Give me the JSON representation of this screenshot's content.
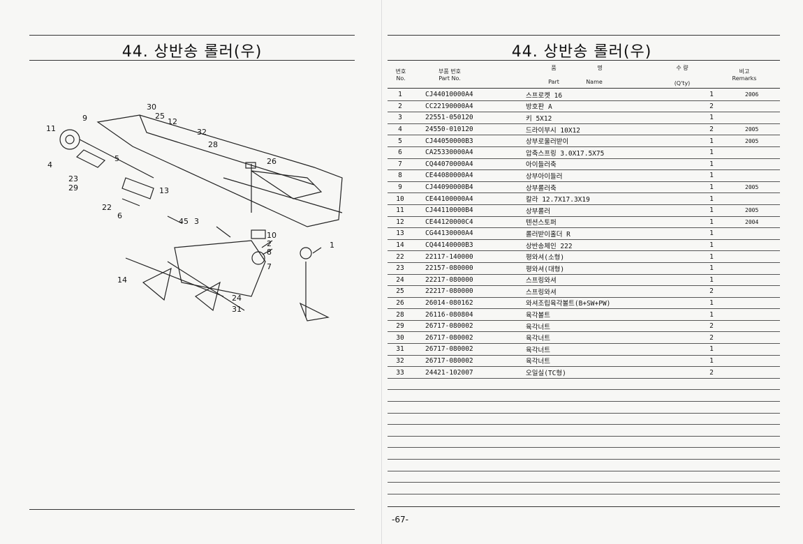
{
  "left_page": {
    "title": "44. 상반송 롤러(우)",
    "callouts": [
      "9",
      "30",
      "25",
      "12",
      "11",
      "32",
      "28",
      "26",
      "4",
      "5",
      "23",
      "29",
      "13",
      "22",
      "6",
      "45",
      "3",
      "10",
      "2",
      "8",
      "7",
      "1",
      "14",
      "24",
      "31"
    ]
  },
  "right_page": {
    "title": "44. 상반송 롤러(우)",
    "headers": {
      "no_kr": "번호",
      "no_en": "No.",
      "part_kr": "부품 번호",
      "part_en": "Part  No.",
      "name_kr1": "품",
      "name_kr2": "명",
      "name_en1": "Part",
      "name_en2": "Name",
      "qty_kr": "수  량",
      "qty_en": "(Q'ty)",
      "remarks_kr": "비고",
      "remarks_en": "Remarks"
    },
    "rows": [
      {
        "no": "1",
        "part": "CJ44010000A4",
        "name": "스프로켓 16",
        "qty": "1",
        "remark": "2006"
      },
      {
        "no": "2",
        "part": "CC22190000A4",
        "name": "방호판 A",
        "qty": "2",
        "remark": ""
      },
      {
        "no": "3",
        "part": "22551-050120",
        "name": "키 5X12",
        "qty": "1",
        "remark": ""
      },
      {
        "no": "4",
        "part": "24550-010120",
        "name": "드라이부시 10X12",
        "qty": "2",
        "remark": "2005"
      },
      {
        "no": "5",
        "part": "CJ44050000B3",
        "name": "상부로울러받이",
        "qty": "1",
        "remark": "2005"
      },
      {
        "no": "6",
        "part": "CA25330000A4",
        "name": "압축스프링 3.0X17.5X75",
        "qty": "1",
        "remark": ""
      },
      {
        "no": "7",
        "part": "CQ44070000A4",
        "name": "아이들러축",
        "qty": "1",
        "remark": ""
      },
      {
        "no": "8",
        "part": "CE44080000A4",
        "name": "상부아이들러",
        "qty": "1",
        "remark": ""
      },
      {
        "no": "9",
        "part": "CJ44090000B4",
        "name": "상부롤러축",
        "qty": "1",
        "remark": "2005"
      },
      {
        "no": "10",
        "part": "CE44100000A4",
        "name": "칼라 12.7X17.3X19",
        "qty": "1",
        "remark": ""
      },
      {
        "no": "11",
        "part": "CJ44110000B4",
        "name": "상부롤러",
        "qty": "1",
        "remark": "2005"
      },
      {
        "no": "12",
        "part": "CE44120000C4",
        "name": "텐션스토퍼",
        "qty": "1",
        "remark": "2004"
      },
      {
        "no": "13",
        "part": "CG44130000A4",
        "name": "롤러받이홀더 R",
        "qty": "1",
        "remark": ""
      },
      {
        "no": "14",
        "part": "CQ44140000B3",
        "name": "상반송체인 222",
        "qty": "1",
        "remark": ""
      },
      {
        "no": "22",
        "part": "22117-140000",
        "name": "평와셔(소형)",
        "qty": "1",
        "remark": ""
      },
      {
        "no": "23",
        "part": "22157-080000",
        "name": "평와셔(대형)",
        "qty": "1",
        "remark": ""
      },
      {
        "no": "24",
        "part": "22217-080000",
        "name": "스프링와셔",
        "qty": "1",
        "remark": ""
      },
      {
        "no": "25",
        "part": "22217-080000",
        "name": "스프링와셔",
        "qty": "2",
        "remark": ""
      },
      {
        "no": "26",
        "part": "26014-080162",
        "name": "와셔조립육각볼트(B+SW+PW)",
        "qty": "1",
        "remark": ""
      },
      {
        "no": "28",
        "part": "26116-080804",
        "name": "육각볼트",
        "qty": "1",
        "remark": ""
      },
      {
        "no": "29",
        "part": "26717-080002",
        "name": "육각너트",
        "qty": "2",
        "remark": ""
      },
      {
        "no": "30",
        "part": "26717-080002",
        "name": "육각너트",
        "qty": "2",
        "remark": ""
      },
      {
        "no": "31",
        "part": "26717-080002",
        "name": "육각너트",
        "qty": "1",
        "remark": ""
      },
      {
        "no": "32",
        "part": "26717-080002",
        "name": "육각너트",
        "qty": "1",
        "remark": ""
      },
      {
        "no": "33",
        "part": "24421-102007",
        "name": "오일실(TC형)",
        "qty": "2",
        "remark": ""
      }
    ],
    "empty_rows": 10,
    "page_number": "-67-"
  }
}
